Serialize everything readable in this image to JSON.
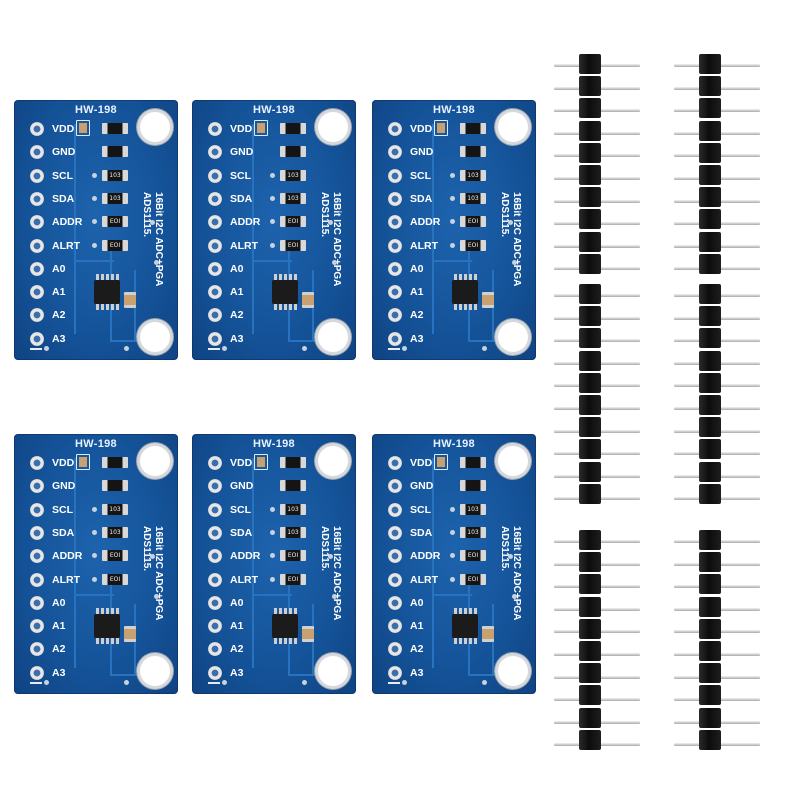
{
  "boards": [
    {
      "id": "board-1",
      "title": "HW-198",
      "side_text": [
        "16Bit I2C ADC+PGA",
        "ADS1115."
      ]
    },
    {
      "id": "board-2",
      "title": "HW-198",
      "side_text": [
        "16Bit I2C ADC+PGA",
        "ADS1115."
      ]
    },
    {
      "id": "board-3",
      "title": "HW-198",
      "side_text": [
        "16Bit I2C ADC+PGA",
        "ADS1115."
      ]
    },
    {
      "id": "board-4",
      "title": "HW-198",
      "side_text": [
        "16Bit I2C ADC+PGA",
        "ADS1115."
      ]
    },
    {
      "id": "board-5",
      "title": "HW-198",
      "side_text": [
        "16Bit I2C ADC+PGA",
        "ADS1115."
      ]
    },
    {
      "id": "board-6",
      "title": "HW-198",
      "side_text": [
        "16Bit I2C ADC+PGA",
        "ADS1115."
      ]
    }
  ],
  "pins": [
    "VDD",
    "GND",
    "SCL",
    "SDA",
    "ADDR",
    "ALRT",
    "A0",
    "A1",
    "A2",
    "A3"
  ],
  "resistor_codes": [
    "",
    "",
    "103",
    "103",
    "EOI",
    "EOI"
  ],
  "header_count": 6,
  "header_pins": 10,
  "colors": {
    "pcb": "#15549a",
    "header": "#141414",
    "pin": "#cfcfcf"
  }
}
